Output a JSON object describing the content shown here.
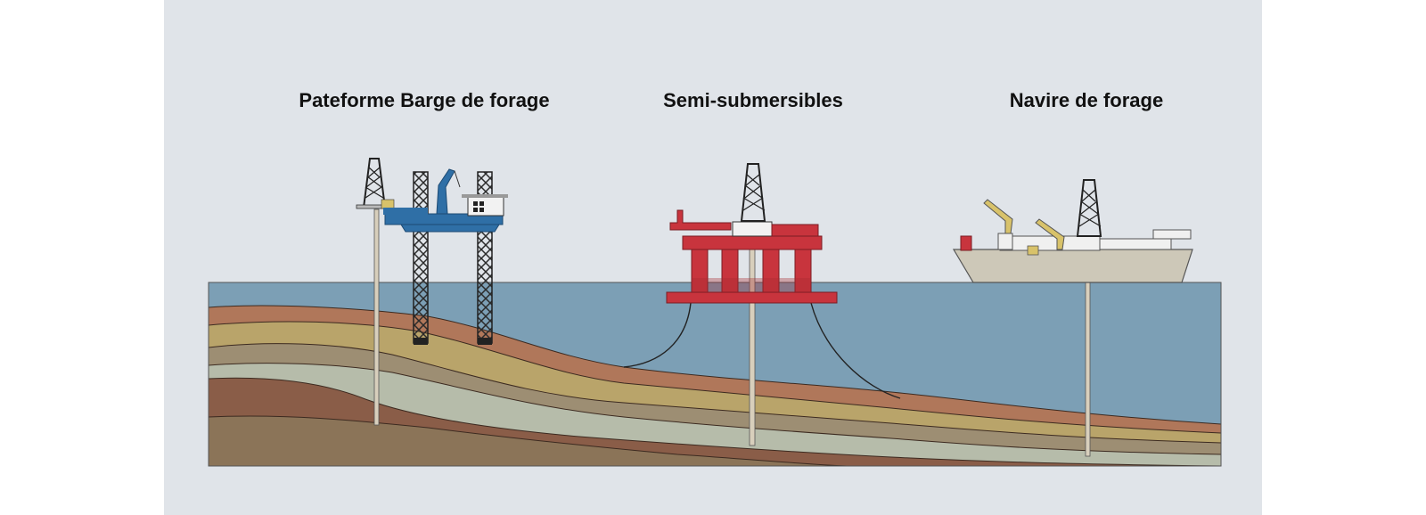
{
  "labels": {
    "jackup": "Pateforme Barge de forage",
    "semi": "Semi-submersibles",
    "drillship": "Navire de forage"
  },
  "colors": {
    "background": "#e0e4e9",
    "water": "#7c9fb5",
    "jackup_hull": "#2f6fa6",
    "semi_structure": "#c8343d",
    "ship_hull": "#cdc8b8",
    "crane_yellow": "#d8c26a"
  }
}
